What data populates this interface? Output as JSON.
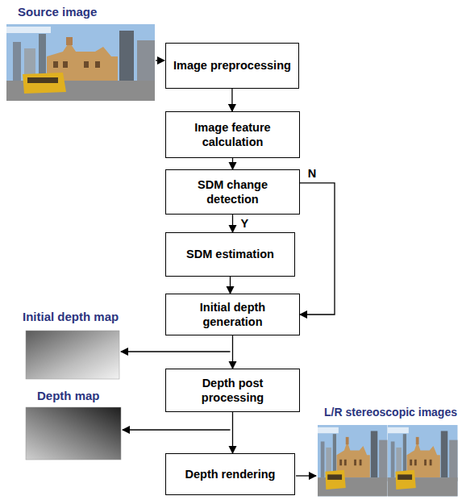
{
  "diagram": {
    "nodes": [
      {
        "text": [
          "Image preprocessing"
        ]
      },
      {
        "text": [
          "Image feature calculation"
        ]
      },
      {
        "text": [
          "SDM change detection"
        ]
      },
      {
        "text": [
          "SDM estimation"
        ]
      },
      {
        "text": [
          "Initial depth generation"
        ]
      },
      {
        "text": [
          "Depth post processing"
        ]
      },
      {
        "text": [
          "Depth rendering"
        ]
      }
    ],
    "edges": [
      {
        "from": 0,
        "to": 1,
        "arrow": "to"
      },
      {
        "from": 1,
        "to": 2,
        "arrow": "to"
      },
      {
        "from": 2,
        "to": 3,
        "label": "Y",
        "arrow": "to"
      },
      {
        "from": 3,
        "to": 4,
        "arrow": "to"
      },
      {
        "from": 2,
        "to": 4,
        "label": "N",
        "arrow": "to"
      },
      {
        "from": 4,
        "to": 5,
        "arrow": "to"
      },
      {
        "from": 5,
        "to": 6,
        "arrow": "to"
      }
    ],
    "labels": [
      "Source image",
      "Initial depth map",
      "Depth map",
      "L/R stereoscopic images"
    ]
  }
}
